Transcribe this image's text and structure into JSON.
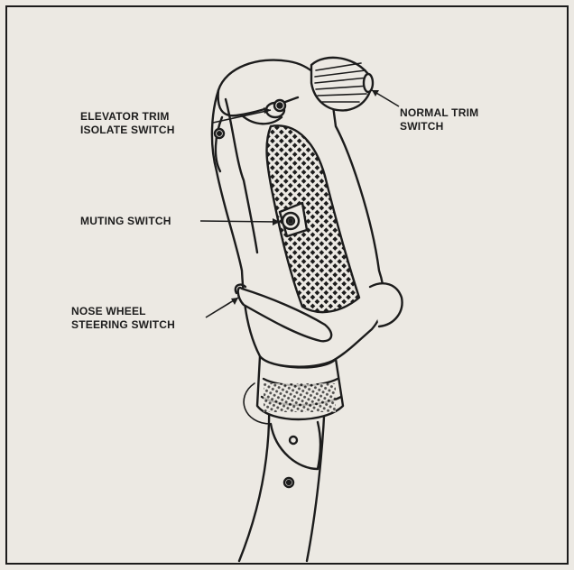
{
  "callouts": {
    "elevator_trim": {
      "line1": "ELEVATOR TRIM",
      "line2": "ISOLATE SWITCH"
    },
    "normal_trim": {
      "line1": "NORMAL TRIM",
      "line2": "SWITCH"
    },
    "muting": {
      "line1": "MUTING SWITCH"
    },
    "nose_wheel": {
      "line1": "NOSE WHEEL",
      "line2": "STEERING SWITCH"
    }
  },
  "colors": {
    "ink": "#1c1c1c",
    "paper": "#ece9e3"
  }
}
